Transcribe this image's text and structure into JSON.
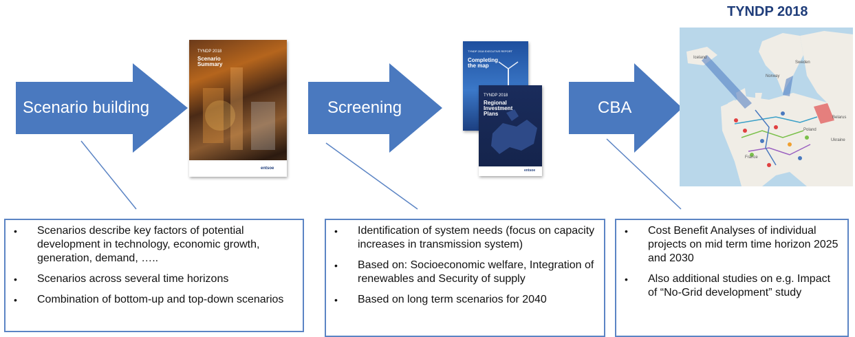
{
  "title": "TYNDP 2018",
  "steps": [
    {
      "label": "Scenario building"
    },
    {
      "label": "Screening"
    },
    {
      "label": "CBA"
    }
  ],
  "documents": {
    "scenario_summary": {
      "small": "TYNDP 2018",
      "title": "Scenario Summary",
      "logo": "entsoe"
    },
    "completing_map": {
      "small": "TYNDP 2018 EXECUTIVE REPORT",
      "title": "Completing the map",
      "logo": "entsoe"
    },
    "regional_plans": {
      "small": "TYNDP 2018",
      "title": "Regional Investment Plans",
      "logo": "entsoe"
    }
  },
  "map": {
    "labels": [
      "Iceland",
      "Sweden",
      "Norway",
      "Belarus",
      "Poland",
      "Ukraine",
      "France"
    ]
  },
  "boxes": [
    {
      "items": [
        "Scenarios describe key factors of potential development in technology, economic growth, generation, demand, …..",
        "Scenarios across several time horizons",
        "Combination of bottom-up and top-down scenarios"
      ]
    },
    {
      "items": [
        "Identification of system needs (focus on capacity increases in transmission system)",
        "Based on: Socioeconomic welfare, Integration of renewables and Security of supply",
        "Based on long term scenarios for 2040"
      ]
    },
    {
      "items": [
        "Cost Benefit Analyses of individual projects on mid term time horizon 2025 and 2030",
        "Also additional studies on e.g. Impact of “No-Grid development” study"
      ]
    }
  ],
  "colors": {
    "arrow": "#4a79bf",
    "box_border": "#5b84c4",
    "title": "#1f3d7a"
  }
}
